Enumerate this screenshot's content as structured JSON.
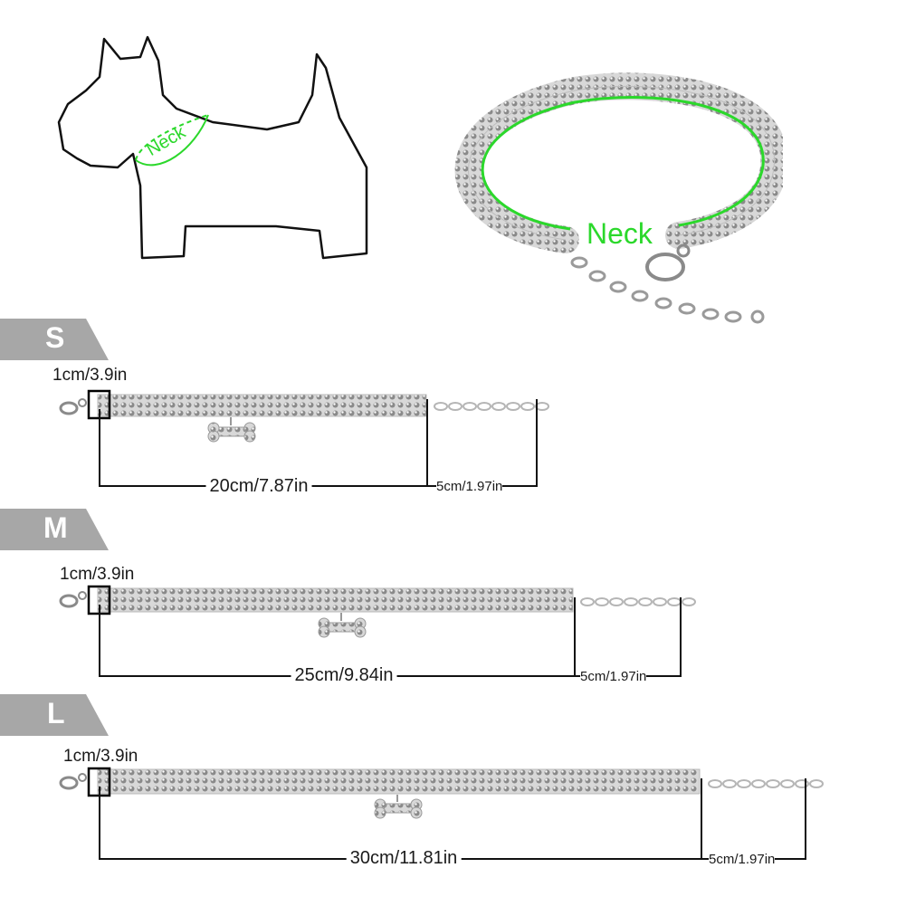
{
  "diagram": {
    "neck_label_dog": "Neck",
    "neck_label_collar": "Neck",
    "accent_color": "#2bd82b",
    "tab_color": "#a7a7a7"
  },
  "sizes": [
    {
      "name": "S",
      "width": "1cm/3.9in",
      "length": "20cm/7.87in",
      "extension": "5cm/1.97in"
    },
    {
      "name": "M",
      "width": "1cm/3.9in",
      "length": "25cm/9.84in",
      "extension": "5cm/1.97in"
    },
    {
      "name": "L",
      "width": "1cm/3.9in",
      "length": "30cm/11.81in",
      "extension": "5cm/1.97in"
    }
  ]
}
